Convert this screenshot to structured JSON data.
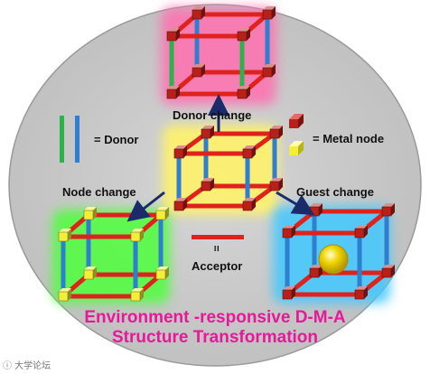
{
  "labels": {
    "donor_change": "Donor    change",
    "donor": "= Donor",
    "metal_node": "= Metal node",
    "node_change": "Node change",
    "guest_change": "Guest change",
    "acceptor_eq": "=",
    "acceptor": "Acceptor"
  },
  "title": {
    "line1": "Environment -responsive D-M-A",
    "line2": "Structure Transformation"
  },
  "watermark": "ⓘ 大学论坛",
  "colors": {
    "background_ellipse": "#c9c9c9",
    "donor_green": "#2bb24c",
    "donor_blue": "#2f7fd0",
    "acceptor_red": "#e0221c",
    "metal_node_red": "#b8201a",
    "metal_node_yellow": "#f2ee3a",
    "glow_pink": "#ff6fb0",
    "glow_yellow": "#fff36a",
    "glow_green": "#4dff3a",
    "glow_blue": "#3fc8ff",
    "guest_sphere": "#f0d800",
    "title_magenta": "#e8189a",
    "arrow_navy": "#1b2a6b"
  }
}
